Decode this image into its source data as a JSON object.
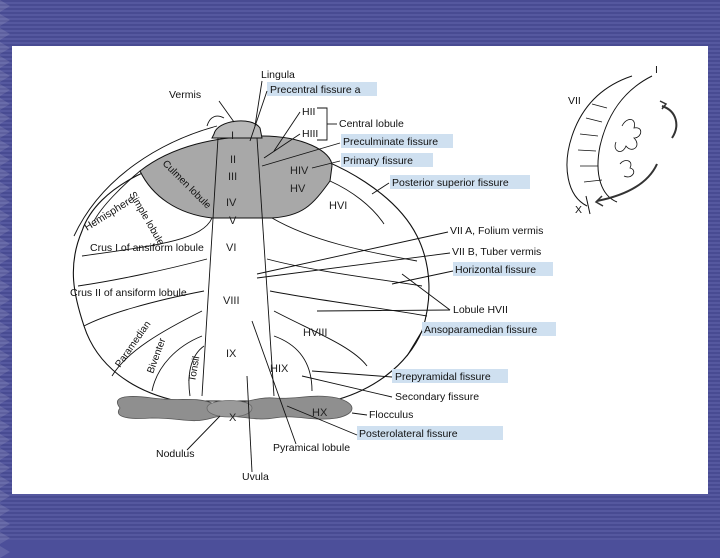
{
  "diagram": {
    "vermis_regions": [
      "I",
      "II",
      "III",
      "IV",
      "V",
      "VI",
      "VIII",
      "IX",
      "X"
    ],
    "hemisphere_regions": [
      "HIV",
      "HV",
      "HVI",
      "HVIII",
      "HIX",
      "HX"
    ],
    "region_labels": {
      "culmen": "Culmen lobule",
      "simple": "Simple lobule",
      "crus1": "Crus I of ansiform lobule",
      "crus2": "Crus II of ansiform lobule",
      "paramedian": "Paramedian",
      "biventer": "Biventer",
      "tonsil": "Tonsil",
      "hemisphere": "Hemisphere",
      "vermis": "Vermis"
    },
    "callouts": {
      "lingula": "Lingula",
      "precentral": "Precentral fissure a",
      "hii": "HII",
      "hiii": "HIII",
      "central_lobule": "Central lobule",
      "preculminate": "Preculminate fissure",
      "primary": "Primary fissure",
      "posterior_superior": "Posterior superior fissure",
      "vii_a": "VII A, Folium vermis",
      "vii_b": "VII B, Tuber vermis",
      "horizontal": "Horizontal fissure",
      "lobule_hvii": "Lobule HVII",
      "ansoparamedian": "Ansoparamedian fissure",
      "prepyramidal": "Prepyramidal fissure",
      "secondary": "Secondary fissure",
      "flocculus": "Flocculus",
      "posterolateral": "Posterolateral fissure",
      "pyramical": "Pyramical lobule",
      "uvula": "Uvula",
      "nodulus": "Nodulus"
    },
    "inset": {
      "i": "I",
      "vii": "VII",
      "x": "X"
    }
  },
  "colors": {
    "background": "#4c4f9a",
    "anterior_lobe": "#a8a8a8",
    "flocculonodular": "#8f8f8f",
    "label_highlight": "#cfe0f0"
  }
}
